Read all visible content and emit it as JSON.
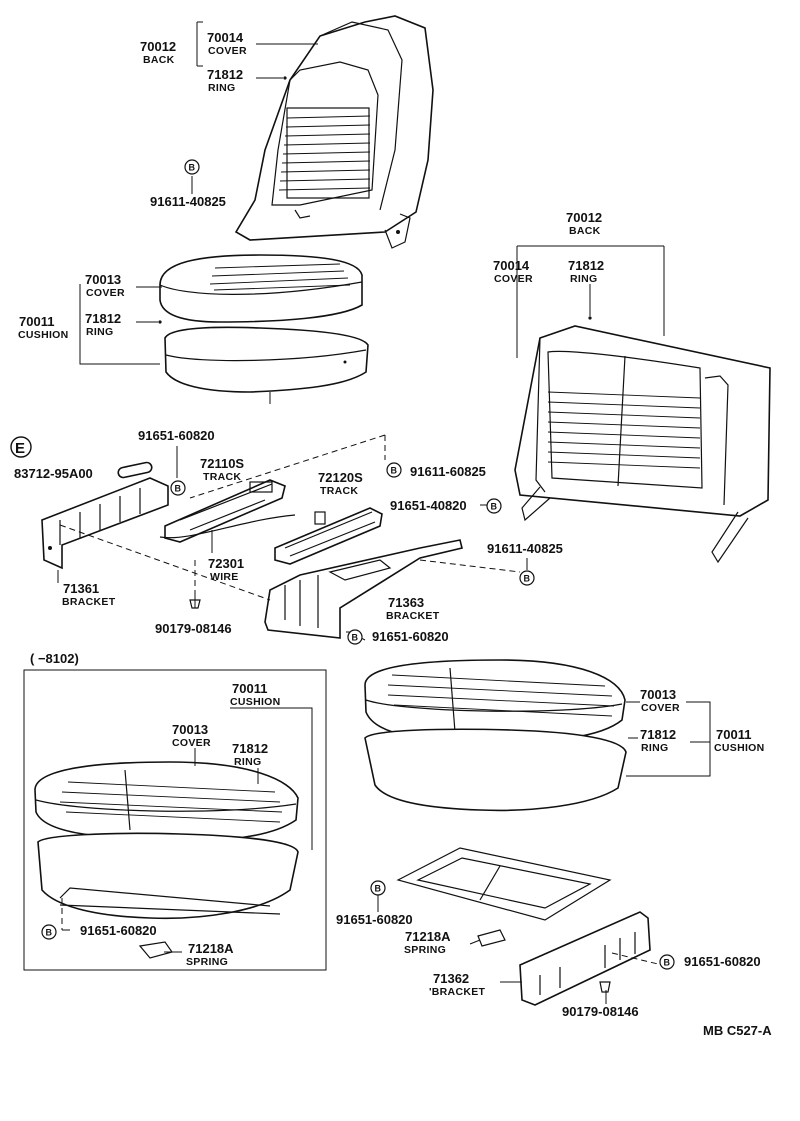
{
  "diagram": {
    "code": "MB  C527-A",
    "section_marker": "E",
    "range_label": "(      −8102)",
    "bolt_marker": "B",
    "labels": {
      "p70012a": {
        "num": "70012",
        "name": "BACK"
      },
      "p70014a": {
        "num": "70014",
        "name": "COVER"
      },
      "p71812a": {
        "num": "71812",
        "name": "RING"
      },
      "p91611a": {
        "num": "91611-40825"
      },
      "p70013a": {
        "num": "70013",
        "name": "COVER"
      },
      "p70011a": {
        "num": "70011",
        "name": "CUSHION"
      },
      "p71812b": {
        "num": "71812",
        "name": "RING"
      },
      "p70012b": {
        "num": "70012",
        "name": "BACK"
      },
      "p70014b": {
        "num": "70014",
        "name": "COVER"
      },
      "p71812c": {
        "num": "71812",
        "name": "RING"
      },
      "p91651a": {
        "num": "91651-60820"
      },
      "p83712": {
        "num": "83712-95A00"
      },
      "p72110": {
        "num": "72110S",
        "name": "TRACK"
      },
      "p91611b": {
        "num": "91611-60825"
      },
      "p72120": {
        "num": "72120S",
        "name": "TRACK"
      },
      "p91651b": {
        "num": "91651-40820"
      },
      "p72301": {
        "num": "72301",
        "name": "WIRE"
      },
      "p91611c": {
        "num": "91611-40825"
      },
      "p71361": {
        "num": "71361",
        "name": "BRACKET"
      },
      "p71363": {
        "num": "71363",
        "name": "BRACKET"
      },
      "p90179a": {
        "num": "90179-08146"
      },
      "p91651c": {
        "num": "91651-60820"
      },
      "p70011b": {
        "num": "70011",
        "name": "CUSHION"
      },
      "p70013b": {
        "num": "70013",
        "name": "COVER"
      },
      "p71812d": {
        "num": "71812",
        "name": "RING"
      },
      "p70013c": {
        "num": "70013",
        "name": "COVER"
      },
      "p71812e": {
        "num": "71812",
        "name": "RING"
      },
      "p70011c": {
        "num": "70011",
        "name": "CUSHION"
      },
      "p91651d": {
        "num": "91651-60820"
      },
      "p71218a": {
        "num": "71218A",
        "name": "SPRING"
      },
      "p91651e": {
        "num": "91651-60820"
      },
      "p71218b": {
        "num": "71218A",
        "name": "SPRING"
      },
      "p91651f": {
        "num": "91651-60820"
      },
      "p71362": {
        "num": "71362",
        "name": "'BRACKET"
      },
      "p90179b": {
        "num": "90179-08146"
      }
    }
  }
}
